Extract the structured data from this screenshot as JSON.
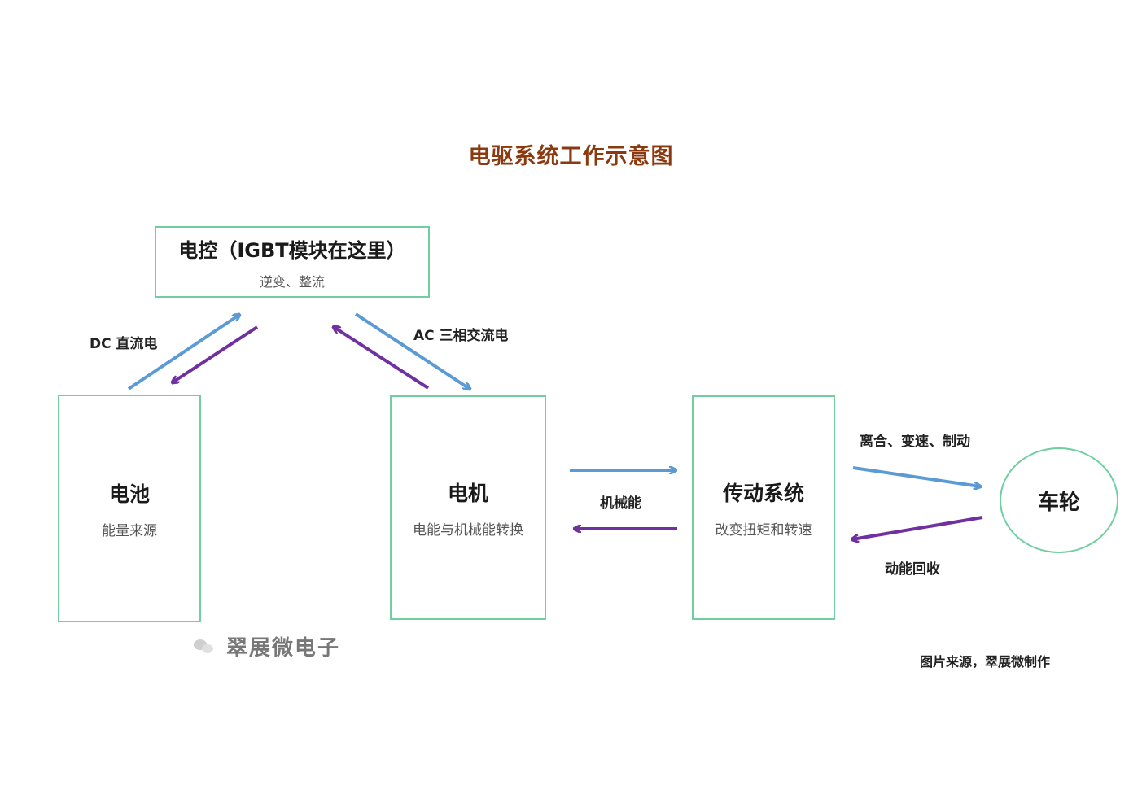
{
  "title": "电驱系统工作示意图",
  "colors": {
    "title": "#8b3a0f",
    "box_border": "#6fcf9e",
    "arrow_blue": "#5b9bd5",
    "arrow_purple": "#7030a0"
  },
  "nodes": {
    "controller": {
      "label": "电控（IGBT模块在这里）",
      "sub": "逆变、整流"
    },
    "battery": {
      "label": "电池",
      "sub": "能量来源"
    },
    "motor": {
      "label": "电机",
      "sub": "电能与机械能转换"
    },
    "transmission": {
      "label": "传动系统",
      "sub": "改变扭矩和转速"
    },
    "wheel": {
      "label": "车轮"
    }
  },
  "edge_labels": {
    "dc": "DC 直流电",
    "ac": "AC 三相交流电",
    "mechanical": "机械能",
    "clutch": "离合、变速、制动",
    "regen": "动能回收"
  },
  "watermark": "翠展微电子",
  "credit": "图片来源，翠展微制作"
}
